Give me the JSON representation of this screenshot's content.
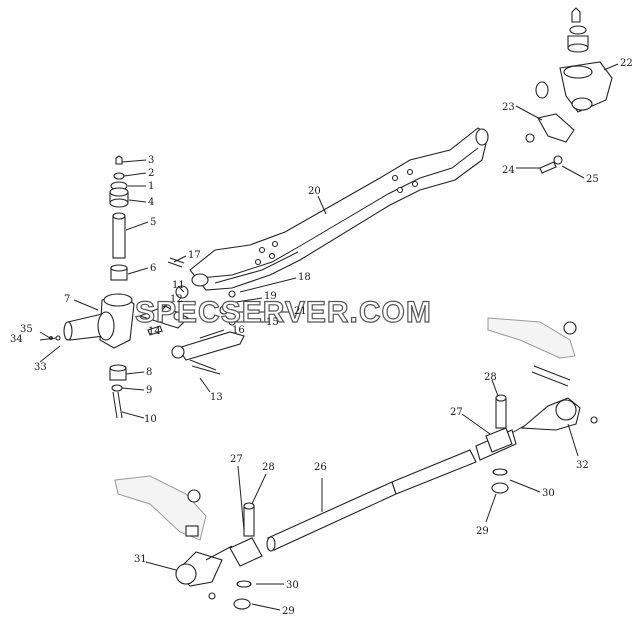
{
  "watermark": "SPECSERVER.COM",
  "callouts": [
    {
      "id": "c3",
      "text": "3"
    },
    {
      "id": "c2",
      "text": "2"
    },
    {
      "id": "c1",
      "text": "1"
    },
    {
      "id": "c4",
      "text": "4"
    },
    {
      "id": "c5",
      "text": "5"
    },
    {
      "id": "c6",
      "text": "6"
    },
    {
      "id": "c7",
      "text": "7"
    },
    {
      "id": "c11",
      "text": "11"
    },
    {
      "id": "c12",
      "text": "12"
    },
    {
      "id": "c14",
      "text": "14"
    },
    {
      "id": "c16",
      "text": "16"
    },
    {
      "id": "c13",
      "text": "13"
    },
    {
      "id": "c8",
      "text": "8"
    },
    {
      "id": "c9",
      "text": "9"
    },
    {
      "id": "c10",
      "text": "10"
    },
    {
      "id": "c35",
      "text": "35"
    },
    {
      "id": "c34",
      "text": "34"
    },
    {
      "id": "c33",
      "text": "33"
    },
    {
      "id": "c17",
      "text": "17"
    },
    {
      "id": "c18",
      "text": "18"
    },
    {
      "id": "c19",
      "text": "19"
    },
    {
      "id": "c21",
      "text": "21"
    },
    {
      "id": "c15",
      "text": "15"
    },
    {
      "id": "c20",
      "text": "20"
    },
    {
      "id": "c22",
      "text": "22"
    },
    {
      "id": "c23",
      "text": "23"
    },
    {
      "id": "c24",
      "text": "24"
    },
    {
      "id": "c25",
      "text": "25"
    },
    {
      "id": "c28a",
      "text": "28"
    },
    {
      "id": "c27a",
      "text": "27"
    },
    {
      "id": "c32",
      "text": "32"
    },
    {
      "id": "c30a",
      "text": "30"
    },
    {
      "id": "c29a",
      "text": "29"
    },
    {
      "id": "c26",
      "text": "26"
    },
    {
      "id": "c27b",
      "text": "27"
    },
    {
      "id": "c28b",
      "text": "28"
    },
    {
      "id": "c31",
      "text": "31"
    },
    {
      "id": "c30b",
      "text": "30"
    },
    {
      "id": "c29b",
      "text": "29"
    }
  ]
}
